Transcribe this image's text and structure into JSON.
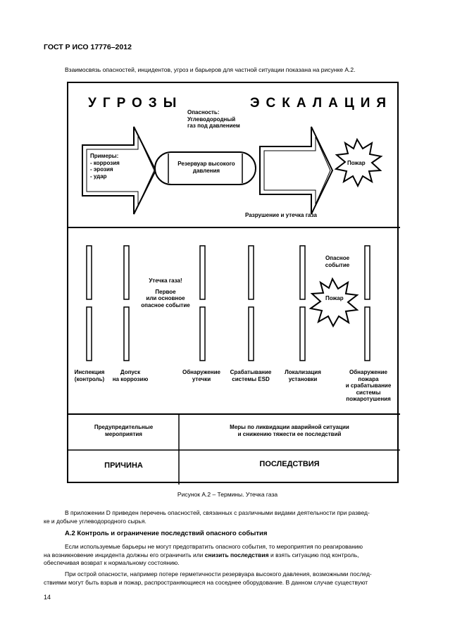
{
  "header": "ГОСТ Р ИСО 17776–2012",
  "intro": "Взаимосвязь опасностей, инцидентов, угроз и барьеров для частной ситуации показана на рисунке А.2.",
  "figure": {
    "threats_title": "УГРОЗЫ",
    "escalation_title": "ЭСКАЛАЦИЯ",
    "hazard_lines": [
      "Опасность:",
      "Углеводородный",
      "газ под давлением"
    ],
    "examples_lines": [
      "Примеры:",
      "- коррозия",
      "- эрозия",
      "- удар"
    ],
    "vessel_lines": [
      "Резервуар высокого",
      "давления"
    ],
    "fire": "Пожар",
    "rupture": "Разрушение и утечка газа",
    "leak_lines": [
      "Утечка газа!",
      "",
      "Первое",
      "или основное",
      "опасное событие"
    ],
    "hazard_event_lines": [
      "Опасное",
      "событие"
    ],
    "barriers": [
      {
        "lines": [
          "Инспекция",
          "(контроль)"
        ]
      },
      {
        "lines": [
          "Допуск",
          "на коррозию"
        ]
      },
      {
        "lines": [
          "Обнаружение",
          "утечки"
        ]
      },
      {
        "lines": [
          "Срабатывание",
          "системы ESD"
        ]
      },
      {
        "lines": [
          "Локализация",
          "установки"
        ]
      },
      {
        "lines": [
          "Обнаружение",
          "пожара",
          "и срабатывание",
          "системы",
          "пожаротушения"
        ]
      }
    ],
    "preventive_lines": [
      "Предупредительные",
      "мероприятия"
    ],
    "response_lines": [
      "Меры по ликвидации аварийной ситуации",
      "и снижению тяжести ее последствий"
    ],
    "cause": "ПРИЧИНА",
    "consequences": "ПОСЛЕДСТВИЯ"
  },
  "caption": "Рисунок А.2 – Термины. Утечка газа",
  "para1": "В приложении D приведен перечень опасностей, связанных с различными видами деятельности при развед-ке и добыче углеводородного сырья.",
  "para1_l1": "В приложении D приведен перечень опасностей, связанных с различными видами деятельности при развед-",
  "para1_l2": "ке и добыче углеводородного сырья.",
  "section": "А.2  Контроль и ограничение последствий опасного события",
  "para2_l1": "Если используемые барьеры не могут предотвратить опасного события, то мероприятия по реагированию",
  "para2_l2a": "на возникновение инцидента должны его ограничить или ",
  "para2_l2b": "снизить последствия",
  "para2_l2c": " и взять ситуацию под контроль,",
  "para2_l3": "обеспечивая возврат к нормальному состоянию.",
  "para3_l1": "При острой опасности, например потере герметичности резервуара высокого давления, возможными послед-",
  "para3_l2": "ствиями могут быть взрыв и пожар, распространяющиеся на соседнее оборудование. В данном случае существуют",
  "page_number": "14"
}
